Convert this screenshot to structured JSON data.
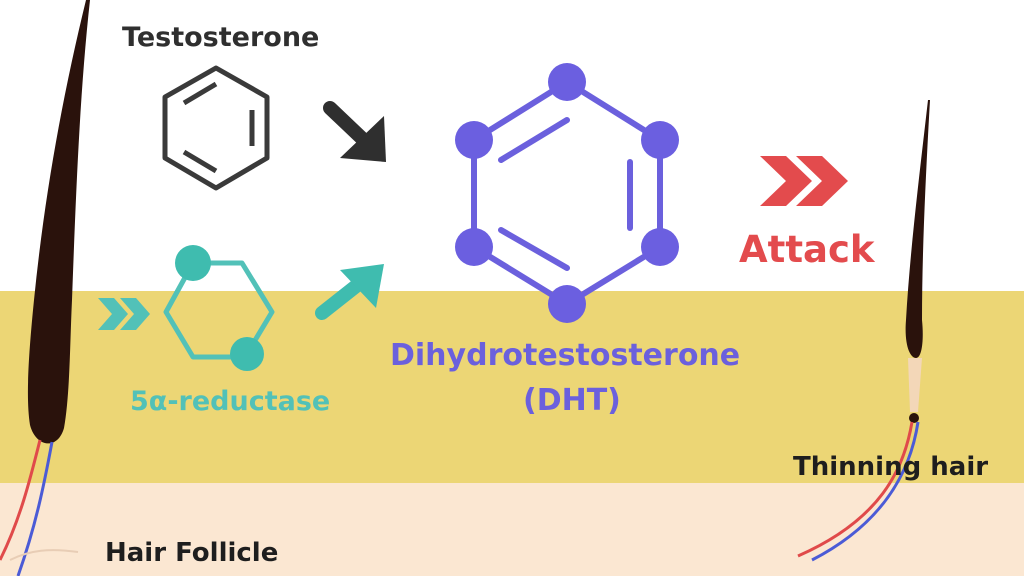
{
  "labels": {
    "testosterone": "Testosterone",
    "enzyme": "5α-reductase",
    "dht_line1": "Dihydrotestosterone",
    "dht_line2": "(DHT)",
    "attack": "Attack",
    "thinning_hair": "Thinning hair",
    "hair_follicle": "Hair Follicle"
  },
  "colors": {
    "dark_text": "#2f2f2f",
    "enzyme_teal": "#52c1b8",
    "dht_purple": "#6b60dd",
    "attack_red": "#e34b4d",
    "scalp_yellow": "#ecd675",
    "skin_band": "#fbe7d2",
    "hair_dark": "#2a120c"
  },
  "icons": [
    "benzene-ring-icon",
    "enzyme-ring-icon",
    "dht-molecule-icon",
    "arrow-down-right-icon",
    "arrow-up-right-icon",
    "double-chevron-right-icon"
  ]
}
